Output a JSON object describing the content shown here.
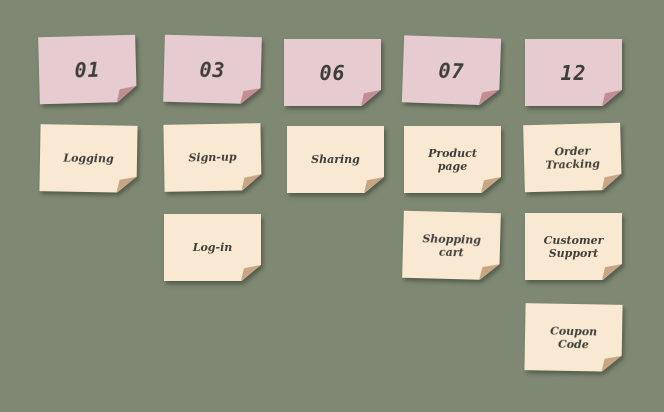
{
  "board": {
    "background_color": "#7e8872",
    "header_note_color": "#e6ccd1",
    "task_note_color": "#f9e9d2",
    "columns": [
      {
        "header": "01",
        "tasks": [
          "Logging"
        ]
      },
      {
        "header": "03",
        "tasks": [
          "Sign-up",
          "Log-in"
        ]
      },
      {
        "header": "06",
        "tasks": [
          "Sharing"
        ]
      },
      {
        "header": "07",
        "tasks": [
          "Product\npage",
          "Shopping\ncart"
        ]
      },
      {
        "header": "12",
        "tasks": [
          "Order\nTracking",
          "Customer\nSupport",
          "Coupon\nCode"
        ]
      }
    ]
  }
}
